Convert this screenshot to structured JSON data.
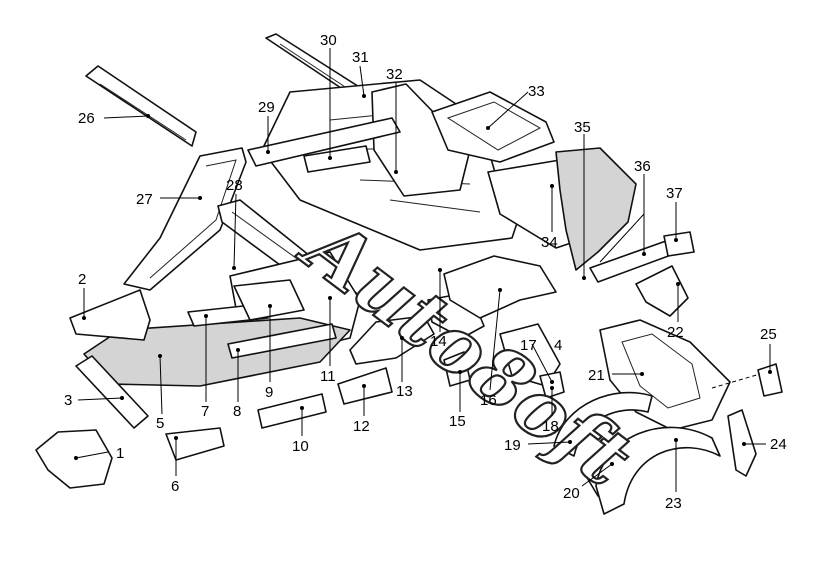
{
  "watermark": "Auto8oft",
  "callouts": [
    {
      "label": "1"
    },
    {
      "label": "2"
    },
    {
      "label": "3"
    },
    {
      "label": "4"
    },
    {
      "label": "5"
    },
    {
      "label": "6"
    },
    {
      "label": "7"
    },
    {
      "label": "8"
    },
    {
      "label": "9"
    },
    {
      "label": "10"
    },
    {
      "label": "11"
    },
    {
      "label": "12"
    },
    {
      "label": "13"
    },
    {
      "label": "14"
    },
    {
      "label": "15"
    },
    {
      "label": "16"
    },
    {
      "label": "17"
    },
    {
      "label": "18"
    },
    {
      "label": "19"
    },
    {
      "label": "20"
    },
    {
      "label": "21"
    },
    {
      "label": "22"
    },
    {
      "label": "23"
    },
    {
      "label": "24"
    },
    {
      "label": "25"
    },
    {
      "label": "26"
    },
    {
      "label": "27"
    },
    {
      "label": "28"
    },
    {
      "label": "29"
    },
    {
      "label": "30"
    },
    {
      "label": "31"
    },
    {
      "label": "32"
    },
    {
      "label": "33"
    },
    {
      "label": "34"
    },
    {
      "label": "35"
    },
    {
      "label": "36"
    },
    {
      "label": "37"
    }
  ]
}
